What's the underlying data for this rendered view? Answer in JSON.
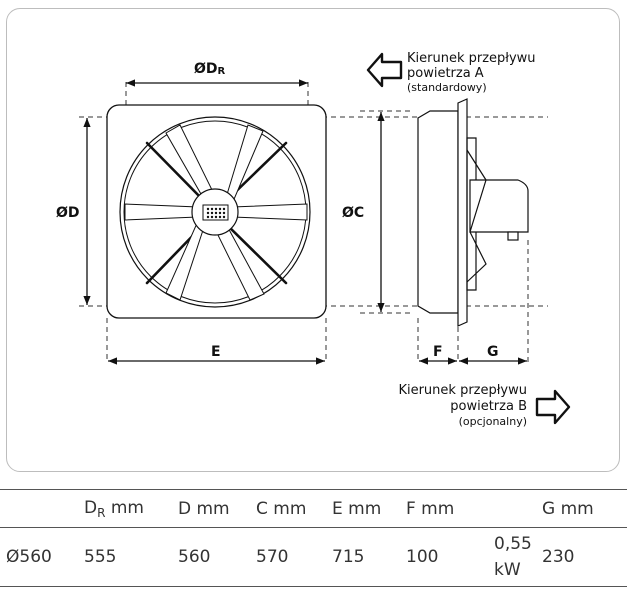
{
  "diagram": {
    "labels": {
      "dr": "ØD",
      "dr_sub": "R",
      "d": "ØD",
      "c": "ØC",
      "e": "E",
      "f": "F",
      "g": "G"
    },
    "flow_a": {
      "line1": "Kierunek przepływu",
      "line2": "powietrza A",
      "line3": "(standardowy)"
    },
    "flow_b": {
      "line1": "Kierunek przepływu",
      "line2": "powietrza B",
      "line3": "(opcjonalny)"
    }
  },
  "table": {
    "headers": {
      "model": "",
      "dr_main": "D",
      "dr_sub": "R",
      "dr_unit": "mm",
      "d": "D mm",
      "c": "C mm",
      "e": "E mm",
      "f": "F mm",
      "power": "",
      "g": "G mm"
    },
    "row": {
      "model": "Ø560",
      "dr": "555",
      "d": "560",
      "c": "570",
      "e": "715",
      "f": "100",
      "power_value": "0,55",
      "power_unit": "kW",
      "g": "230"
    }
  }
}
